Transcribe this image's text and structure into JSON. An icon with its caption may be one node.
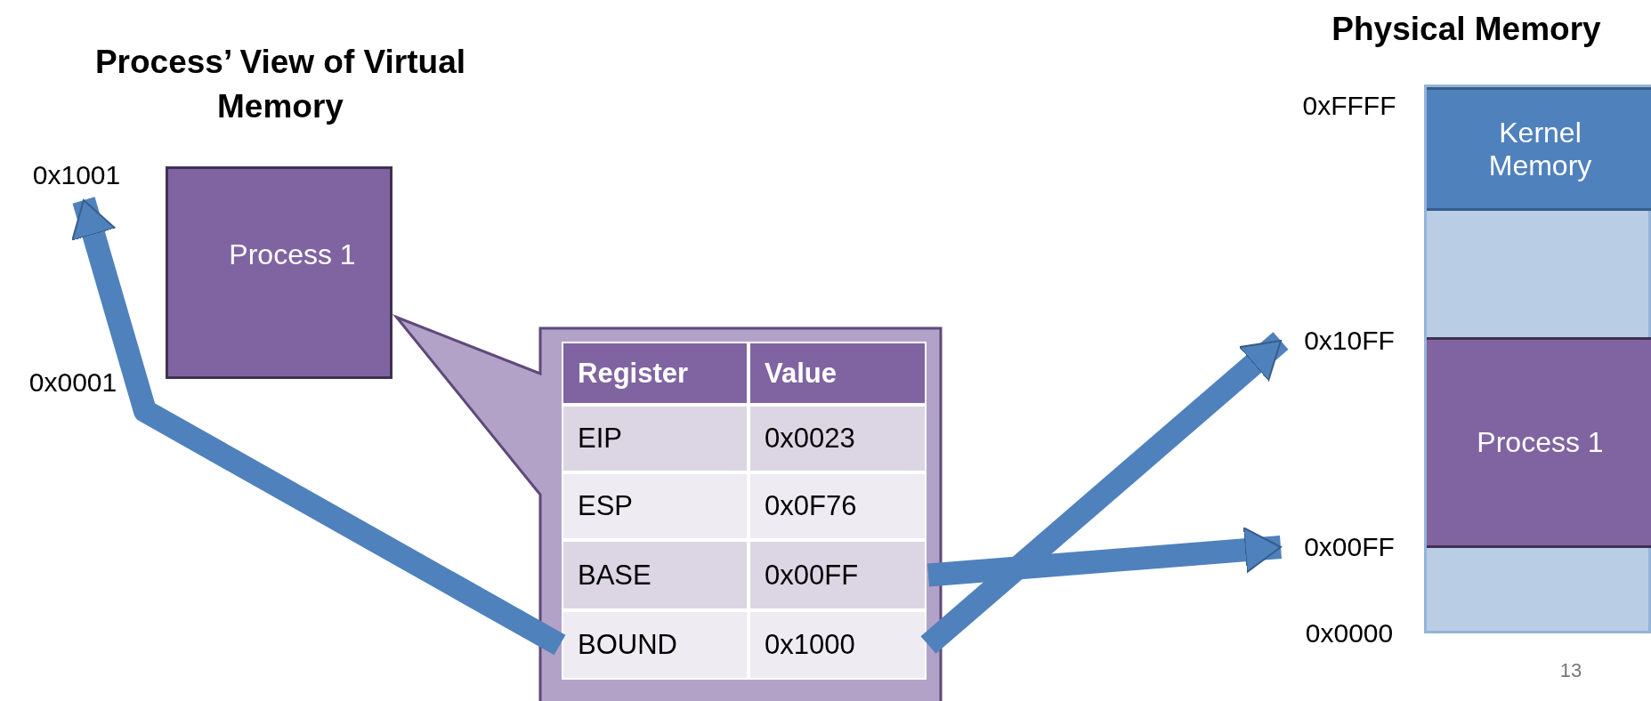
{
  "diagram": {
    "nodes": [
      {
        "text": [
          "0x1001"
        ]
      },
      {
        "text": [
          "Process 1"
        ]
      },
      {
        "text": [],
        "shape": "callout"
      },
      {
        "text": [
          "Register"
        ],
        "in": 2
      },
      {
        "text": [
          "Value"
        ],
        "in": 2
      },
      {
        "text": [
          "EIP"
        ],
        "in": 2
      },
      {
        "text": [
          "0x0023"
        ],
        "in": 2
      },
      {
        "text": [
          "ESP"
        ],
        "in": 2
      },
      {
        "text": [
          "0x0F76"
        ],
        "in": 2
      },
      {
        "text": [
          "BASE"
        ],
        "in": 2
      },
      {
        "text": [
          "0x00FF"
        ],
        "in": 2
      },
      {
        "text": [
          "BOUND"
        ],
        "in": 2
      },
      {
        "text": [
          "0x1000"
        ],
        "in": 2
      },
      {
        "text": [],
        "shape": "bar"
      },
      {
        "text": [
          "Kernel Memory"
        ],
        "in": 13
      },
      {
        "text": [
          "Process 1"
        ],
        "in": 13
      },
      {
        "text": [
          "0x10FF"
        ]
      },
      {
        "text": [
          "0x00FF"
        ]
      }
    ],
    "edges": [
      {
        "from": 11,
        "to": 0,
        "arrow": "to"
      },
      {
        "from": 12,
        "to": 16,
        "arrow": "to"
      },
      {
        "from": 10,
        "to": 17,
        "arrow": "to"
      }
    ],
    "labels": [
      "Process’ View of Virtual Memory",
      "Physical Memory",
      "0xFFFF",
      "0x0001",
      "0x0000",
      "13"
    ]
  }
}
